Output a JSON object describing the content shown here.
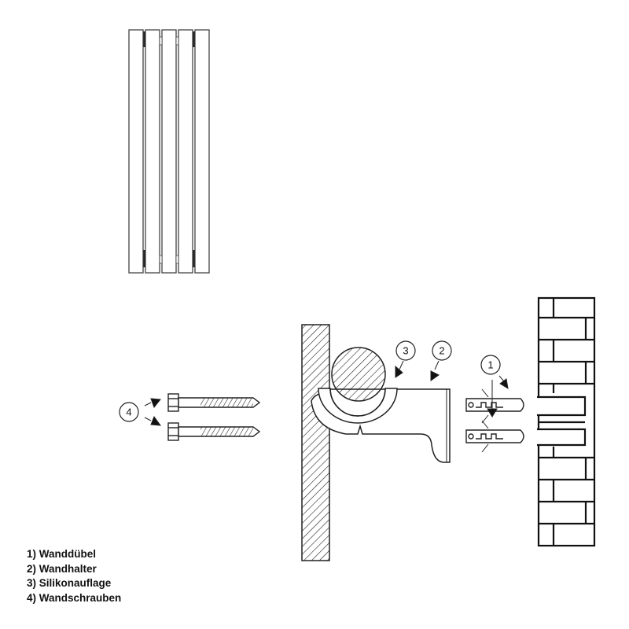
{
  "callouts": {
    "c1": "1",
    "c2": "2",
    "c3": "3",
    "c4": "4"
  },
  "legend": [
    "1) Wanddübel",
    "2) Wandhalter",
    "3) Silikonauflage",
    "4) Wandschrauben"
  ],
  "colors": {
    "line": "#111111",
    "background": "#ffffff"
  }
}
